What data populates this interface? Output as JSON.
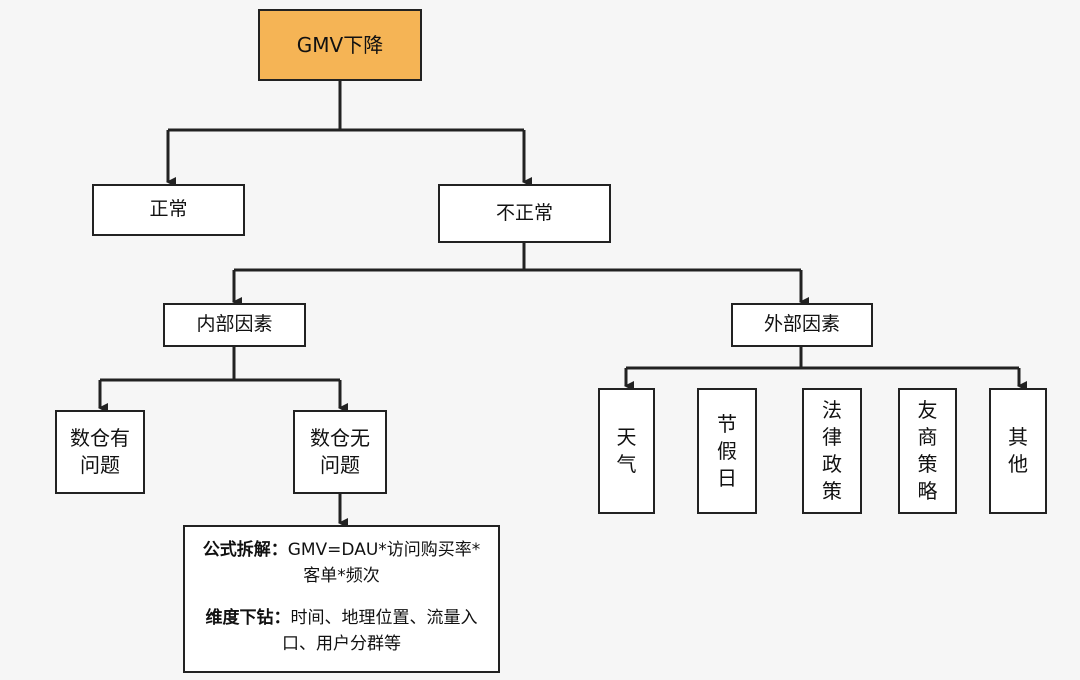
{
  "root": "GMV下降",
  "level1": {
    "normal": "正常",
    "abnormal": "不正常"
  },
  "level2": {
    "internal": "内部因素",
    "external": "外部因素"
  },
  "internal_children": {
    "dw_issue": "数仓有问题",
    "dw_no_issue": "数仓无问题"
  },
  "external_children": [
    "天气",
    "节假日",
    "法律政策",
    "友商策略",
    "其他"
  ],
  "note": {
    "formula_label": "公式拆解：",
    "formula_text": "GMV=DAU*访问购买率*客单*频次",
    "drill_label": "维度下钻：",
    "drill_text": "时间、地理位置、流量入口、用户分群等"
  },
  "colors": {
    "root_fill": "#f5b455",
    "line": "#222222",
    "box_fill": "#ffffff"
  }
}
